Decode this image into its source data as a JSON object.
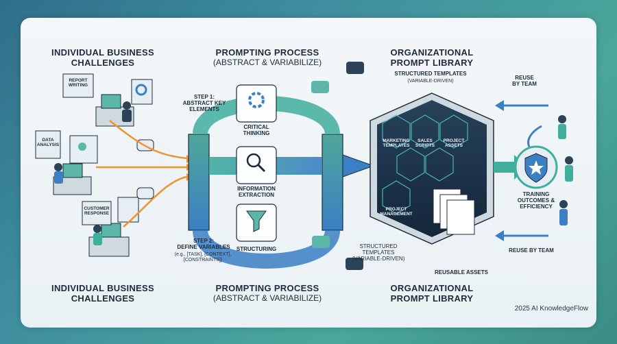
{
  "left": {
    "title_top": "INDIVIDUAL BUSINESS\nCHALLENGES",
    "title_bottom": "INDIVIDUAL BUSINESS\nCHALLENGES",
    "screens": {
      "report": "REPORT\nWRITING",
      "data": "DATA\nANALYSIS",
      "customer": "CUSTOMER\nRESPONSE"
    }
  },
  "middle": {
    "title_top": "PROMPTING PROCESS",
    "subtitle_top": "(ABSTRACT & VARIABILIZE)",
    "title_bottom": "PROMPTING PROCESS",
    "subtitle_bottom": "(ABSTRACT & VARIABILIZE)",
    "step1": "STEP 1:\nABSTRACT KEY\nELEMENTS",
    "step2": "STEP 2:\nDEFINE VARIABLES",
    "step2_detail": "(e.g., [TASK], [CONTEXT],\n[CONSTRAINTS])",
    "cards": {
      "critical": "CRITICAL\nTHINKING",
      "info": "INFORMATION\nEXTRACTION",
      "structuring": "STRUCTURING"
    }
  },
  "right": {
    "title_top": "ORGANIZATIONAL\nPROMPT LIBRARY",
    "title_bottom": "ORGANIZATIONAL\nPROMPT LIBRARY",
    "templates_top": "STRUCTURED TEMPLATES",
    "templates_top_sub": "(VARIABLE-DRIVEN)",
    "templates_bottom": "STRUCTURED\nTEMPLATES\n(VARIABLE-DRIVEN)",
    "hex": {
      "marketing": "MARKETING\nTEMPLATES",
      "sales": "SALES\nSCRIPTS",
      "project_assets": "PROJECT\nASSETS",
      "project_mgmt": "PROJECT\nMANAGEMENT"
    },
    "reusable": "REUSABLE ASSETS",
    "reuse_top": "REUSE\nBY TEAM",
    "reuse_bottom": "REUSE BY TEAM",
    "training": "TRAINING\nOUTCOMES &\nEFFICIENCY"
  },
  "footer": {
    "copyright": "2025 AI KnowledgeFlow"
  },
  "colors": {
    "navy": "#1d2b3a",
    "teal": "#2fb1a8",
    "blue": "#3b7fc4",
    "orange": "#f0922e",
    "dark_hex": "#1e3346"
  }
}
